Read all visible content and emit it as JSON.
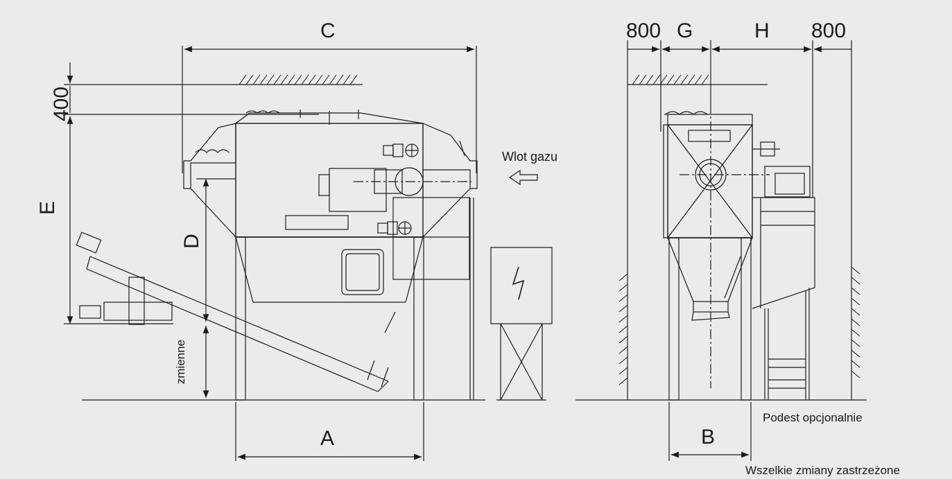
{
  "dimensions": {
    "A": "A",
    "B": "B",
    "C": "C",
    "D": "D",
    "E": "E",
    "G": "G",
    "H": "H",
    "left_clearance": "800",
    "right_clearance": "800",
    "top_clearance": "400"
  },
  "labels": {
    "gas_inlet": "Wlot gazu",
    "variable_height": "zmienne",
    "platform_optional": "Podest opcjonalnie",
    "disclaimer": "Wszelkie zmiany zastrzeżone"
  },
  "colors": {
    "background": "#ebebeb",
    "line": "#1a1a1a"
  }
}
